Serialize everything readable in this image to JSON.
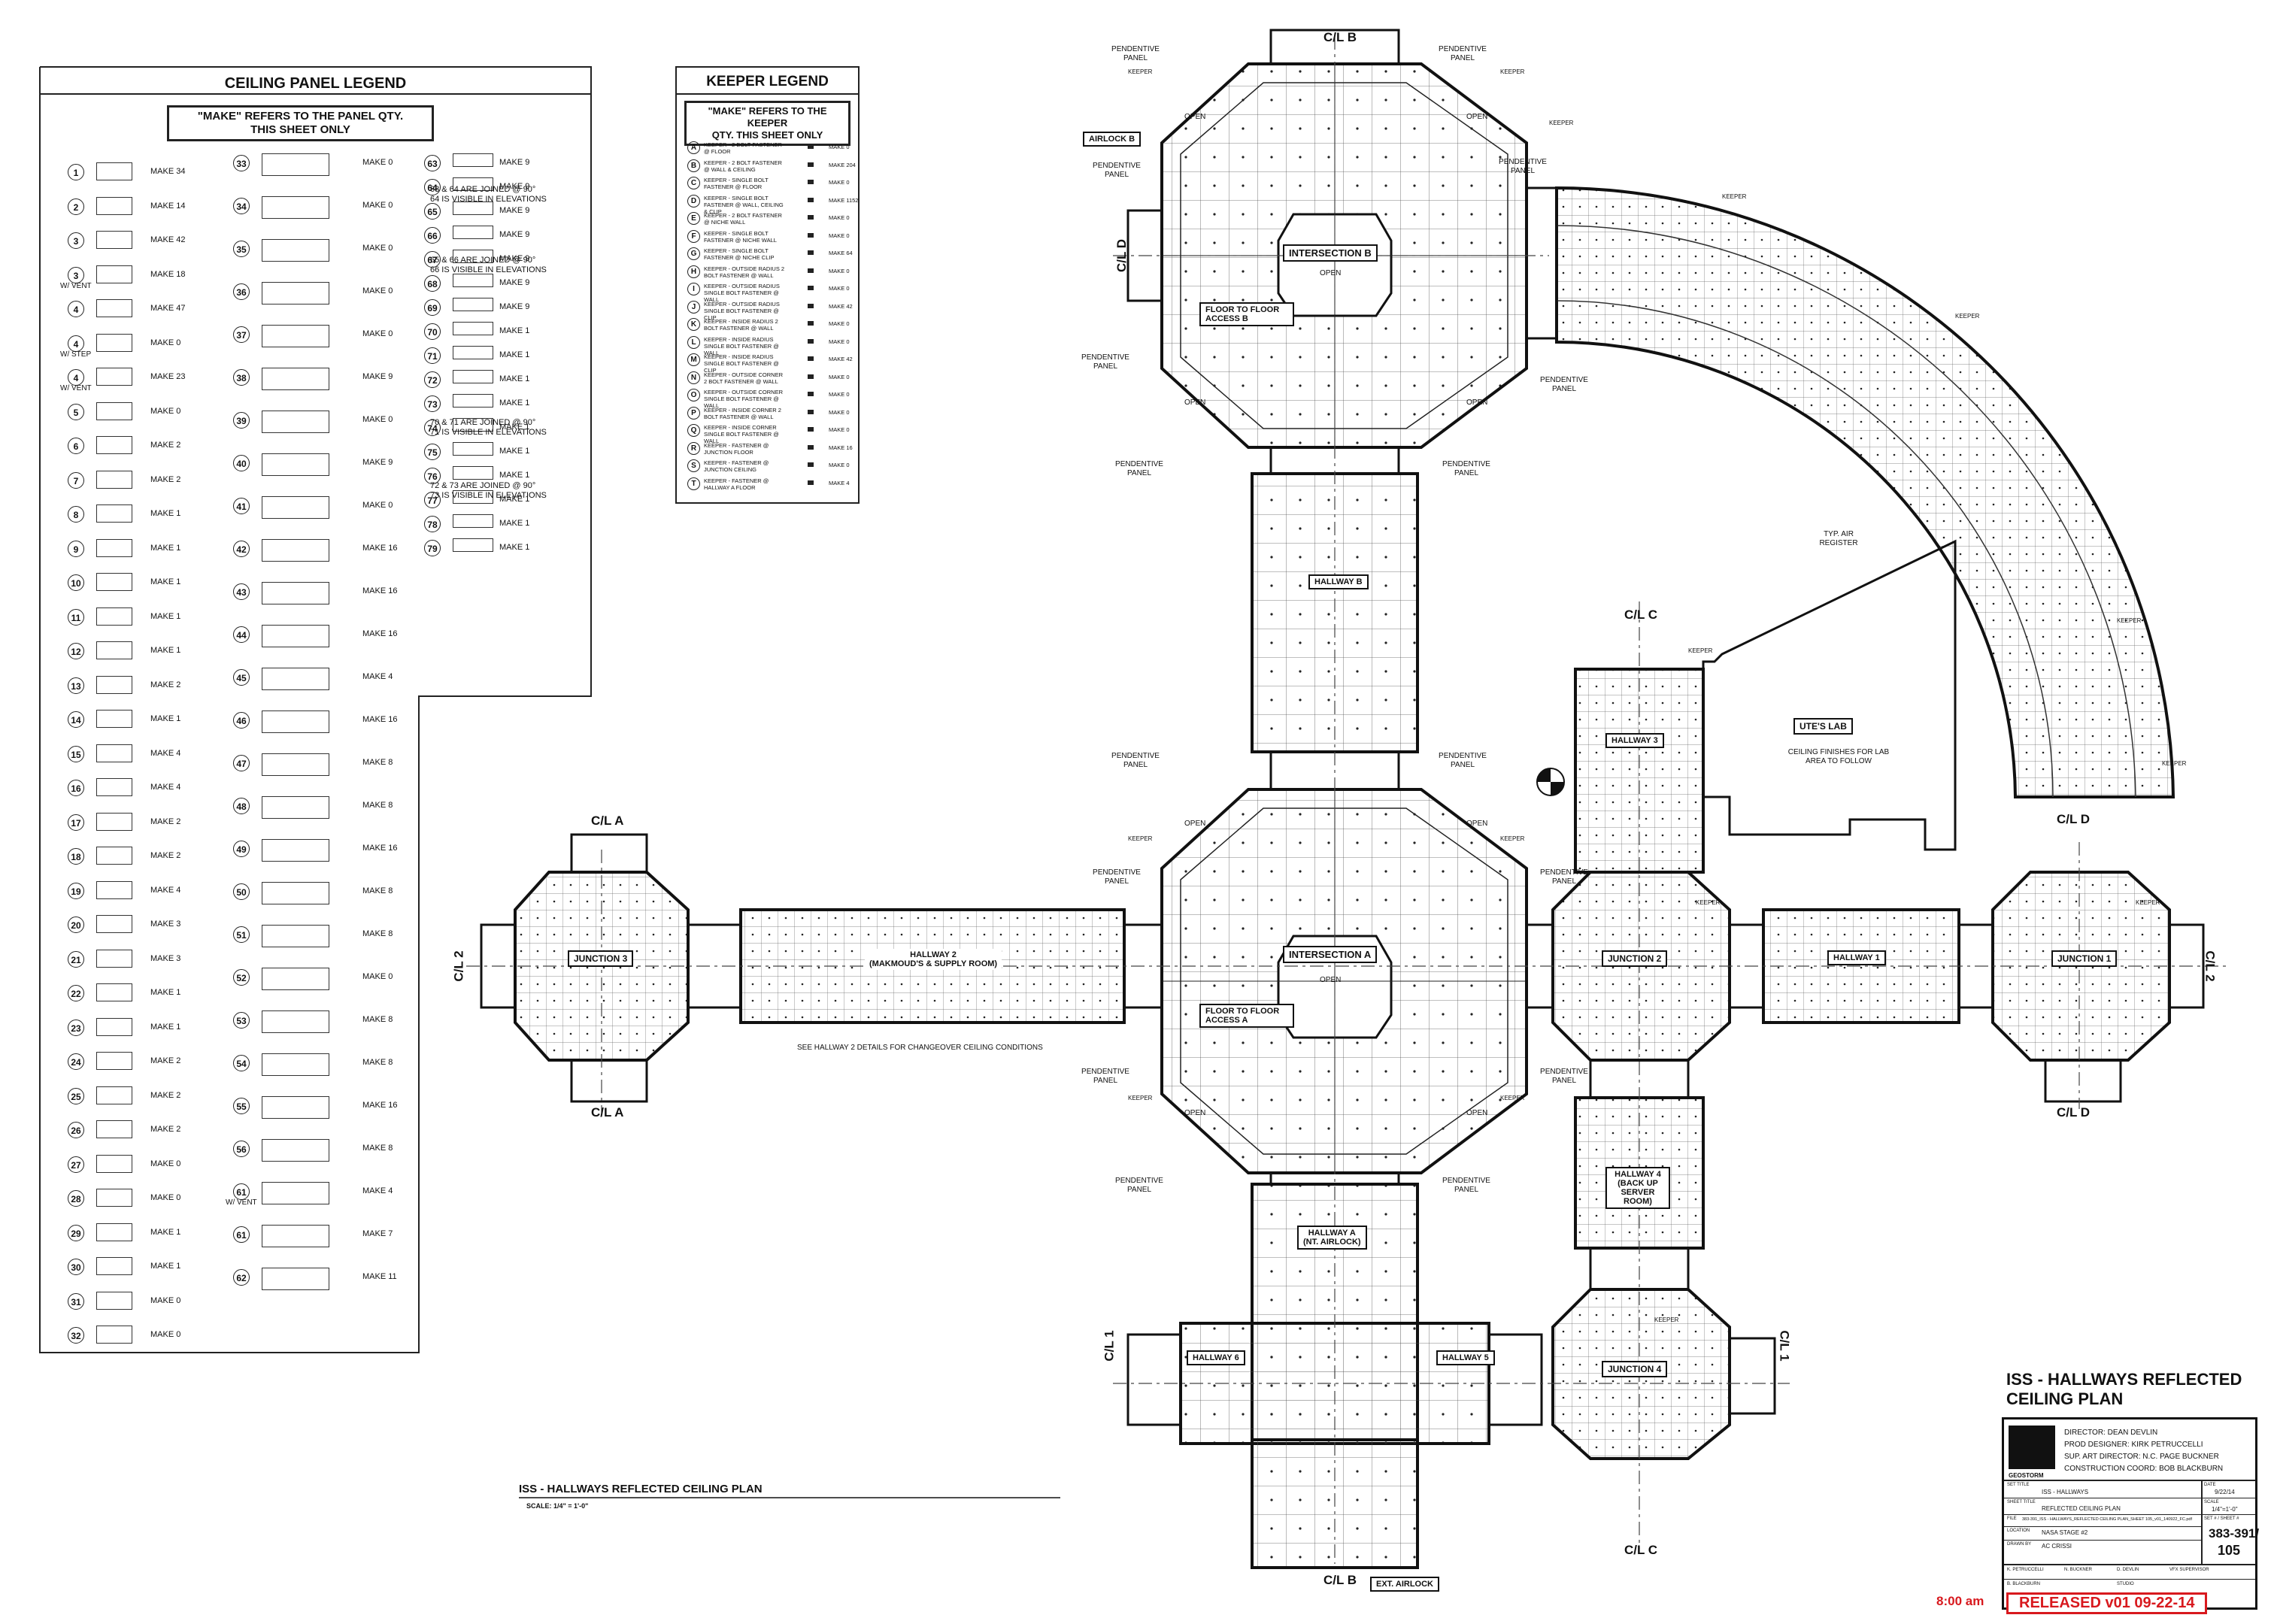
{
  "ceiling_legend": {
    "title": "CEILING PANEL LEGEND",
    "make_note_line1": "\"MAKE\" REFERS TO THE PANEL QTY.",
    "make_note_line2": "THIS SHEET ONLY",
    "col1": [
      {
        "num": "1",
        "make": "MAKE 34"
      },
      {
        "num": "2",
        "make": "MAKE 14"
      },
      {
        "num": "3",
        "make": "MAKE 42"
      },
      {
        "num": "3",
        "sub": "W/ VENT",
        "make": "MAKE 18"
      },
      {
        "num": "4",
        "make": "MAKE 47"
      },
      {
        "num": "4",
        "sub": "W/ STEP",
        "make": "MAKE 0"
      },
      {
        "num": "4",
        "sub": "W/ VENT",
        "make": "MAKE 23"
      },
      {
        "num": "5",
        "make": "MAKE 0"
      },
      {
        "num": "6",
        "make": "MAKE 2"
      },
      {
        "num": "7",
        "make": "MAKE 2"
      },
      {
        "num": "8",
        "make": "MAKE 1"
      },
      {
        "num": "9",
        "make": "MAKE 1"
      },
      {
        "num": "10",
        "make": "MAKE 1"
      },
      {
        "num": "11",
        "make": "MAKE 1"
      },
      {
        "num": "12",
        "make": "MAKE 1"
      },
      {
        "num": "13",
        "make": "MAKE 2"
      },
      {
        "num": "14",
        "make": "MAKE 1"
      },
      {
        "num": "15",
        "make": "MAKE 4"
      },
      {
        "num": "16",
        "make": "MAKE 4"
      },
      {
        "num": "17",
        "make": "MAKE 2"
      },
      {
        "num": "18",
        "make": "MAKE 2"
      },
      {
        "num": "19",
        "make": "MAKE 4"
      },
      {
        "num": "20",
        "make": "MAKE 3"
      },
      {
        "num": "21",
        "make": "MAKE 3"
      },
      {
        "num": "22",
        "make": "MAKE 1"
      },
      {
        "num": "23",
        "make": "MAKE 1"
      },
      {
        "num": "24",
        "make": "MAKE 2"
      },
      {
        "num": "25",
        "make": "MAKE 2"
      },
      {
        "num": "26",
        "make": "MAKE 2"
      },
      {
        "num": "27",
        "make": "MAKE 0"
      },
      {
        "num": "28",
        "make": "MAKE 0"
      },
      {
        "num": "29",
        "make": "MAKE 1"
      },
      {
        "num": "30",
        "make": "MAKE 1"
      },
      {
        "num": "31",
        "make": "MAKE 0"
      },
      {
        "num": "32",
        "make": "MAKE 0"
      }
    ],
    "col2": [
      {
        "num": "33",
        "make": "MAKE 0"
      },
      {
        "num": "34",
        "make": "MAKE 0"
      },
      {
        "num": "35",
        "make": "MAKE 0"
      },
      {
        "num": "36",
        "make": "MAKE 0"
      },
      {
        "num": "37",
        "make": "MAKE 0"
      },
      {
        "num": "38",
        "make": "MAKE 9"
      },
      {
        "num": "39",
        "make": "MAKE 0"
      },
      {
        "num": "40",
        "make": "MAKE 9"
      },
      {
        "num": "41",
        "make": "MAKE 0"
      },
      {
        "num": "42",
        "make": "MAKE 16"
      },
      {
        "num": "43",
        "make": "MAKE 16"
      },
      {
        "num": "44",
        "make": "MAKE 16"
      },
      {
        "num": "45",
        "make": "MAKE 4"
      },
      {
        "num": "46",
        "make": "MAKE 16"
      },
      {
        "num": "47",
        "make": "MAKE 8"
      },
      {
        "num": "48",
        "make": "MAKE 8"
      },
      {
        "num": "49",
        "make": "MAKE 16"
      },
      {
        "num": "50",
        "make": "MAKE 8"
      },
      {
        "num": "51",
        "make": "MAKE 8"
      },
      {
        "num": "52",
        "make": "MAKE 0"
      },
      {
        "num": "53",
        "make": "MAKE 8"
      },
      {
        "num": "54",
        "make": "MAKE 8"
      },
      {
        "num": "55",
        "make": "MAKE 16"
      },
      {
        "num": "56",
        "make": "MAKE 8"
      },
      {
        "num": "61",
        "sub": "W/ VENT",
        "make": "MAKE 4"
      },
      {
        "num": "61",
        "make": "MAKE 7"
      },
      {
        "num": "62",
        "make": "MAKE 11"
      }
    ],
    "col3": [
      {
        "num": "63",
        "make": "MAKE 9"
      },
      {
        "num": "64",
        "make": "MAKE 9"
      },
      {
        "num": "65",
        "make": "MAKE 9"
      },
      {
        "num": "66",
        "make": "MAKE 9"
      },
      {
        "num": "67",
        "make": "MAKE 9"
      },
      {
        "num": "68",
        "make": "MAKE 9"
      },
      {
        "num": "69",
        "make": "MAKE 9"
      },
      {
        "num": "70",
        "make": "MAKE 1"
      },
      {
        "num": "71",
        "make": "MAKE 1"
      },
      {
        "num": "72",
        "make": "MAKE 1"
      },
      {
        "num": "73",
        "make": "MAKE 1"
      },
      {
        "num": "74",
        "make": "MAKE 1"
      },
      {
        "num": "75",
        "make": "MAKE 1"
      },
      {
        "num": "76",
        "make": "MAKE 1"
      },
      {
        "num": "77",
        "make": "MAKE 1"
      },
      {
        "num": "78",
        "make": "MAKE 1"
      },
      {
        "num": "79",
        "make": "MAKE 1"
      }
    ],
    "notes": [
      "63 & 64 ARE JOINED @ 90°",
      "64 IS VISIBLE IN ELEVATIONS",
      "65 & 66 ARE JOINED @ 90°",
      "66 IS VISIBLE IN ELEVATIONS",
      "70 & 71 ARE JOINED @ 90°",
      "71 IS VISIBLE IN ELEVATIONS",
      "72 & 73 ARE JOINED @ 90°",
      "73 IS VISIBLE IN ELEVATIONS"
    ]
  },
  "keeper_legend": {
    "title": "KEEPER LEGEND",
    "make_note_line1": "\"MAKE\" REFERS TO THE KEEPER",
    "make_note_line2": "QTY. THIS SHEET ONLY",
    "items": [
      {
        "letter": "A",
        "desc": "KEEPER - 2 BOLT FASTENER @ FLOOR",
        "make": "MAKE 0"
      },
      {
        "letter": "B",
        "desc": "KEEPER - 2 BOLT FASTENER @ WALL & CEILING",
        "make": "MAKE 204"
      },
      {
        "letter": "C",
        "desc": "KEEPER - SINGLE BOLT FASTENER @ FLOOR",
        "make": "MAKE 0"
      },
      {
        "letter": "D",
        "desc": "KEEPER - SINGLE BOLT FASTENER @ WALL, CEILING & CLIP",
        "make": "MAKE 1152"
      },
      {
        "letter": "E",
        "desc": "KEEPER - 2 BOLT FASTENER @ NICHE WALL",
        "make": "MAKE 0"
      },
      {
        "letter": "F",
        "desc": "KEEPER - SINGLE BOLT FASTENER @ NICHE WALL",
        "make": "MAKE 0"
      },
      {
        "letter": "G",
        "desc": "KEEPER - SINGLE BOLT FASTENER @ NICHE CLIP",
        "make": "MAKE 64"
      },
      {
        "letter": "H",
        "desc": "KEEPER - OUTSIDE RADIUS 2 BOLT FASTENER @ WALL",
        "make": "MAKE 0"
      },
      {
        "letter": "I",
        "desc": "KEEPER - OUTSIDE RADIUS SINGLE BOLT FASTENER @ WALL",
        "make": "MAKE 0"
      },
      {
        "letter": "J",
        "desc": "KEEPER - OUTSIDE RADIUS SINGLE BOLT FASTENER @ CLIP",
        "make": "MAKE 42"
      },
      {
        "letter": "K",
        "desc": "KEEPER - INSIDE RADIUS 2 BOLT FASTENER @ WALL",
        "make": "MAKE 0"
      },
      {
        "letter": "L",
        "desc": "KEEPER - INSIDE RADIUS SINGLE BOLT FASTENER @ WALL",
        "make": "MAKE 0"
      },
      {
        "letter": "M",
        "desc": "KEEPER - INSIDE RADIUS SINGLE BOLT FASTENER @ CLIP",
        "make": "MAKE 42"
      },
      {
        "letter": "N",
        "desc": "KEEPER - OUTSIDE CORNER 2 BOLT FASTENER @ WALL",
        "make": "MAKE 0"
      },
      {
        "letter": "O",
        "desc": "KEEPER - OUTSIDE CORNER SINGLE BOLT FASTENER @ WALL",
        "make": "MAKE 0"
      },
      {
        "letter": "P",
        "desc": "KEEPER - INSIDE CORNER 2 BOLT FASTENER @ WALL",
        "make": "MAKE 0"
      },
      {
        "letter": "Q",
        "desc": "KEEPER - INSIDE CORNER SINGLE BOLT FASTENER @ WALL",
        "make": "MAKE 0"
      },
      {
        "letter": "R",
        "desc": "KEEPER - FASTENER @ JUNCTION FLOOR",
        "make": "MAKE 16"
      },
      {
        "letter": "S",
        "desc": "KEEPER - FASTENER @ JUNCTION CEILING",
        "make": "MAKE 0"
      },
      {
        "letter": "T",
        "desc": "KEEPER - FASTENER @ HALLWAY A FLOOR",
        "make": "MAKE 4"
      }
    ]
  },
  "plan": {
    "cl_b_top": "C/L B",
    "cl_b_bottom": "C/L B",
    "cl_c_mid": "C/L C",
    "cl_c_bottom": "C/L C",
    "cl_d_left": "C/L D",
    "cl_a_top": "C/L A",
    "cl_a_bottom": "C/L A",
    "cl_d_right": "C/L D",
    "cl_d_right_bottom": "C/L D",
    "cl_2_left": "C/L 2",
    "cl_2_right": "C/L 2",
    "cl_1_left": "C/L 1",
    "cl_1_right": "C/L 1",
    "intersection_b": "INTERSECTION B",
    "intersection_a": "INTERSECTION A",
    "open": "OPEN",
    "floor_to_floor_b": "FLOOR TO FLOOR ACCESS B",
    "floor_to_floor_a": "FLOOR TO FLOOR ACCESS A",
    "hallway_b": "HALLWAY B",
    "hallway_a": "HALLWAY A",
    "hallway_a_sub": "(NT. AIRLOCK)",
    "hallway_2": "HALLWAY 2",
    "hallway_2_sub": "(MAKMOUD'S & SUPPLY ROOM)",
    "hallway_1": "HALLWAY 1",
    "hallway_3": "HALLWAY 3",
    "hallway_4": "HALLWAY 4",
    "hallway_4_sub": "(BACK UP SERVER ROOM)",
    "hallway_5": "HALLWAY 5",
    "hallway_6": "HALLWAY 6",
    "junction_1": "JUNCTION 1",
    "junction_2": "JUNCTION 2",
    "junction_3": "JUNCTION 3",
    "junction_4": "JUNCTION 4",
    "utes_lab": "UTE'S LAB",
    "lab_note": "CEILING FINISHES FOR LAB AREA TO FOLLOW",
    "airlock_b": "AIRLOCK B",
    "ext_airlock": "EXT. AIRLOCK",
    "pendentive_panel": "PENDENTIVE PANEL",
    "keeper": "KEEPER",
    "typ_air_register": "TYP. AIR REGISTER",
    "hallway2_note": "SEE HALLWAY 2 DETAILS FOR CHANGEOVER CEILING CONDITIONS",
    "vent": "W/ VENT"
  },
  "drawing_title": {
    "title": "ISS - HALLWAYS REFLECTED CEILING PLAN",
    "scale": "SCALE: 1/4\" = 1'-0\""
  },
  "sheet_title": {
    "line1": "ISS - HALLWAYS REFLECTED",
    "line2": "CEILING PLAN"
  },
  "title_block": {
    "company": "GEOSTORM",
    "director": "DIRECTOR: DEAN DEVLIN",
    "prod_designer": "PROD DESIGNER: KIRK PETRUCCELLI",
    "sup_art_director": "SUP. ART DIRECTOR: N.C. PAGE BUCKNER",
    "construction": "CONSTRUCTION COORD: BOB BLACKBURN",
    "set_title_label": "SET TITLE",
    "set_title": "ISS - HALLWAYS",
    "sheet_title_label": "SHEET TITLE",
    "sheet_title": "REFLECTED CEILING PLAN",
    "file_label": "FILE",
    "file": "383-391_ISS - HALLWAYS_REFLECTED CEILING PLAN_SHEET 105_v01_140922_FC.pdf",
    "location_label": "LOCATION",
    "location": "NASA STAGE #2",
    "drawn_label": "DRAWN BY",
    "drawn": "AC CRISSI",
    "date_label": "DATE",
    "date": "9/22/14",
    "scale_label": "SCALE",
    "scale": "1/4\"=1'-0\"",
    "set_sheet_label": "SET # / SHEET #",
    "set_number": "383-391/",
    "sheet_number": "105",
    "petrucci": "K. PETRUCCELLI",
    "buckner": "N. BUCKNER",
    "devlin": "D. DEVLIN",
    "blackburn": "B. BLACKBURN",
    "studio": "STUDIO",
    "producer": "VFX SUPERVISOR",
    "time": "8:00 am",
    "released": "RELEASED v01 09-22-14"
  }
}
